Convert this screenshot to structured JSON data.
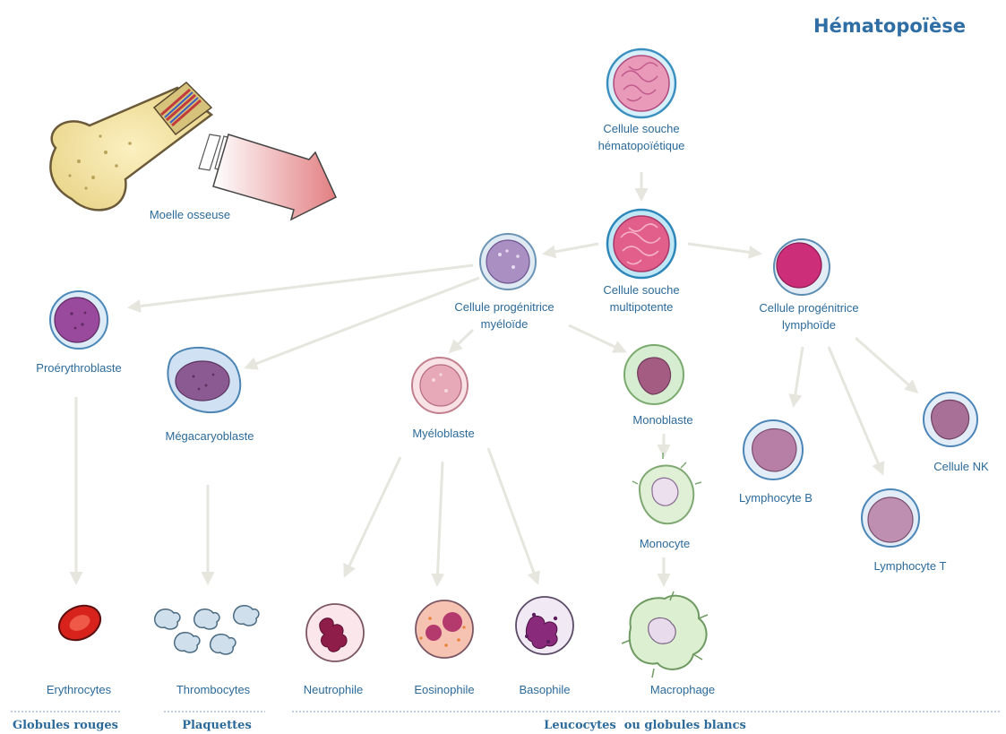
{
  "title": "Hématopoïèse",
  "colors": {
    "label": "#2b6a9a",
    "title": "#2e6ea4",
    "arrow": "#e6e6df",
    "bone": "#f3e3a0",
    "big_arrow": "#e89a9a"
  },
  "nodes": {
    "bone_marrow": "Moelle osseuse",
    "hsc": [
      "Cellule souche",
      "hématopoïétique"
    ],
    "multipotent": [
      "Cellule souche",
      "multipotente"
    ],
    "myeloid": [
      "Cellule progénitrice",
      "myéloïde"
    ],
    "lymphoid": [
      "Cellule progénitrice",
      "lymphoïde"
    ],
    "proerythroblast": "Proérythroblaste",
    "megakaryoblast": "Mégacaryoblaste",
    "myeloblast": "Myéloblaste",
    "monoblast": "Monoblaste",
    "monocyte": "Monocyte",
    "lymphocyte_b": "Lymphocyte B",
    "lymphocyte_t": "Lymphocyte T",
    "nk_cell": "Cellule NK",
    "erythrocytes": "Erythrocytes",
    "thrombocytes": "Thrombocytes",
    "neutrophil": "Neutrophile",
    "eosinophil": "Eosinophile",
    "basophil": "Basophile",
    "macrophage": "Macrophage"
  },
  "categories": {
    "red": "Globules rouges",
    "platelets": "Plaquettes",
    "white": "Leucocytes  ou globules blancs"
  }
}
